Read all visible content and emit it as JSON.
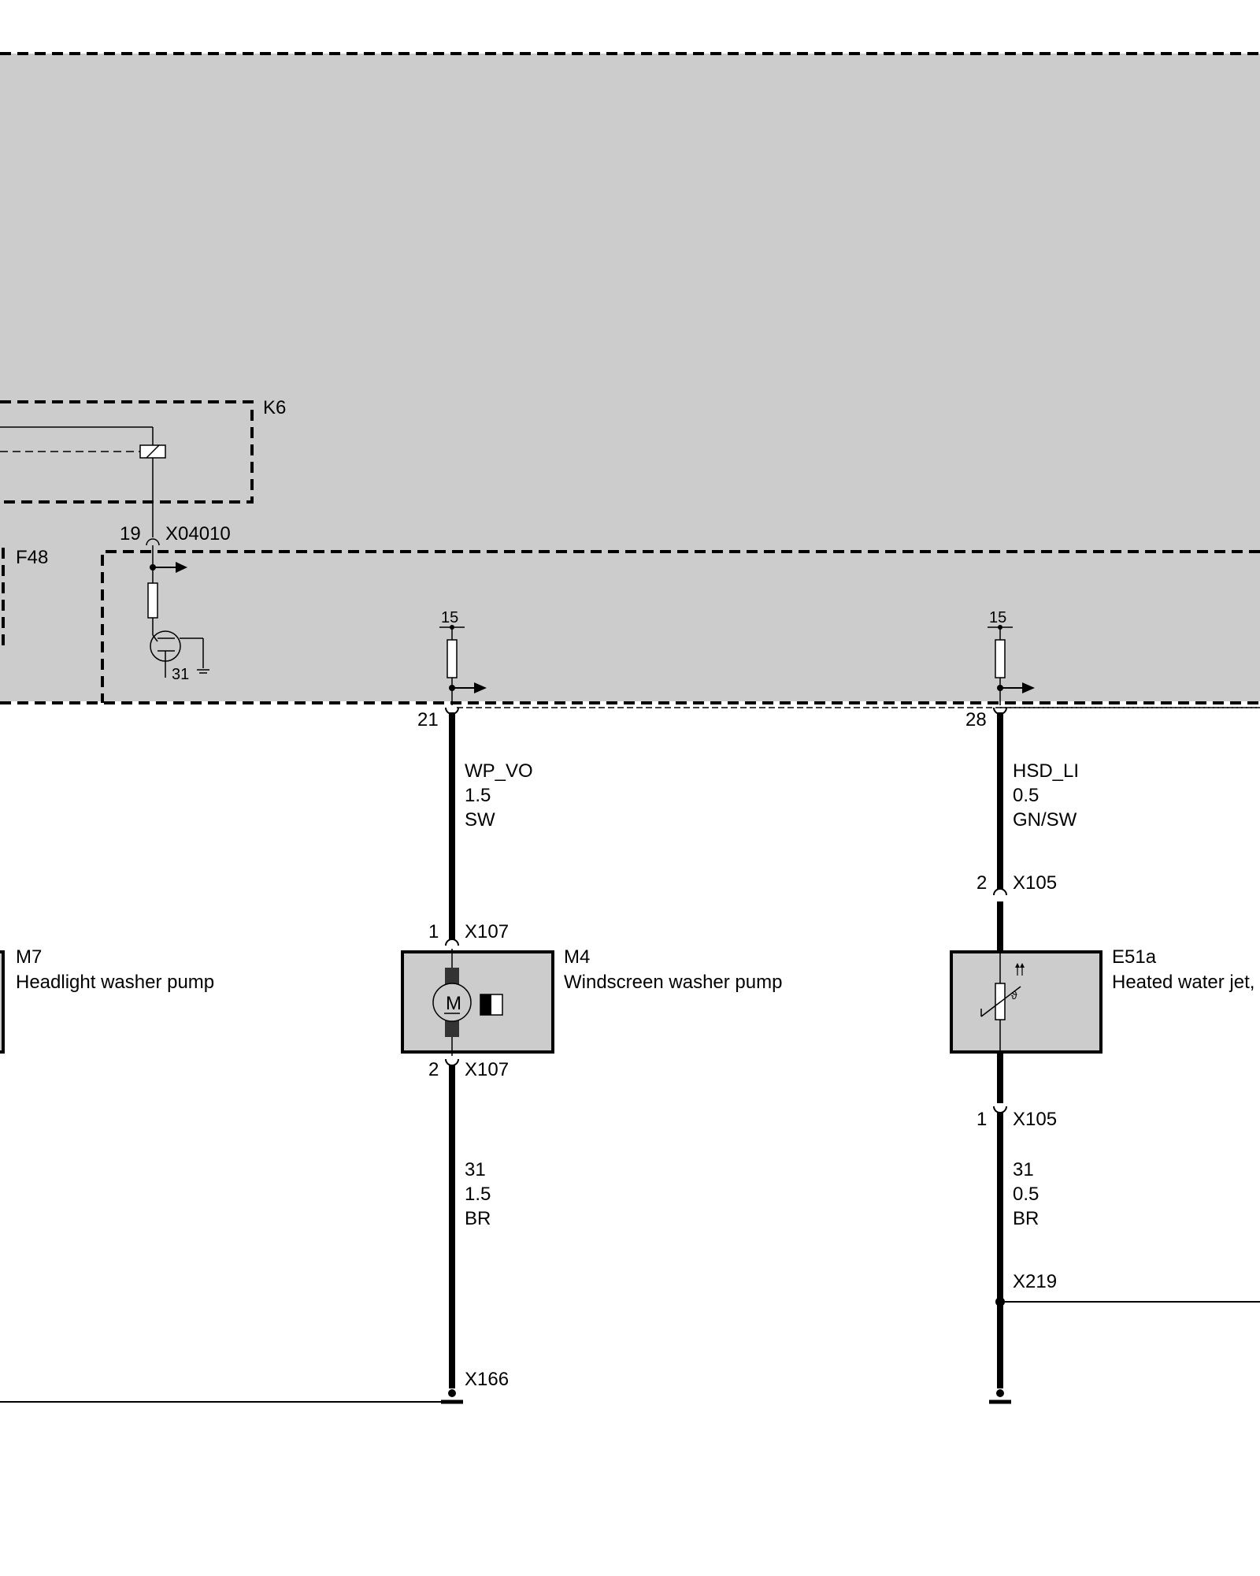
{
  "modules": {
    "k6": "K6",
    "f48": "F48"
  },
  "connectors": {
    "x04010": {
      "name": "X04010",
      "pin": "19"
    },
    "x107_top": {
      "name": "X107",
      "pin": "1"
    },
    "x107_bottom": {
      "name": "X107",
      "pin": "2"
    },
    "x105_top": {
      "name": "X105",
      "pin": "2"
    },
    "x105_bottom": {
      "name": "X105",
      "pin": "1"
    },
    "x219": {
      "name": "X219"
    },
    "x166": {
      "name": "X166"
    }
  },
  "supply": {
    "terminal_left": "15",
    "terminal_right": "15",
    "ground_31": "31"
  },
  "pins": {
    "left_output": "21",
    "right_output": "28"
  },
  "wires": [
    {
      "id": "wp_vo",
      "signal": "WP_VO",
      "size": "1.5",
      "color": "SW"
    },
    {
      "id": "hsd_li",
      "signal": "HSD_LI",
      "size": "0.5",
      "color": "GN/SW"
    },
    {
      "id": "m4_ground",
      "signal": "31",
      "size": "1.5",
      "color": "BR"
    },
    {
      "id": "e51a_ground",
      "signal": "31",
      "size": "0.5",
      "color": "BR"
    }
  ],
  "components": {
    "m7": {
      "code": "M7",
      "name": "Headlight washer pump"
    },
    "m4": {
      "code": "M4",
      "name": "Windscreen washer pump",
      "symbol": "M"
    },
    "e51a": {
      "code": "E51a",
      "name": "Heated water jet,"
    }
  },
  "icons": {
    "motor": "motor-icon",
    "heater": "heating-element-icon",
    "ground": "ground-icon",
    "transistor": "transistor-icon",
    "relay": "relay-coil-icon"
  }
}
